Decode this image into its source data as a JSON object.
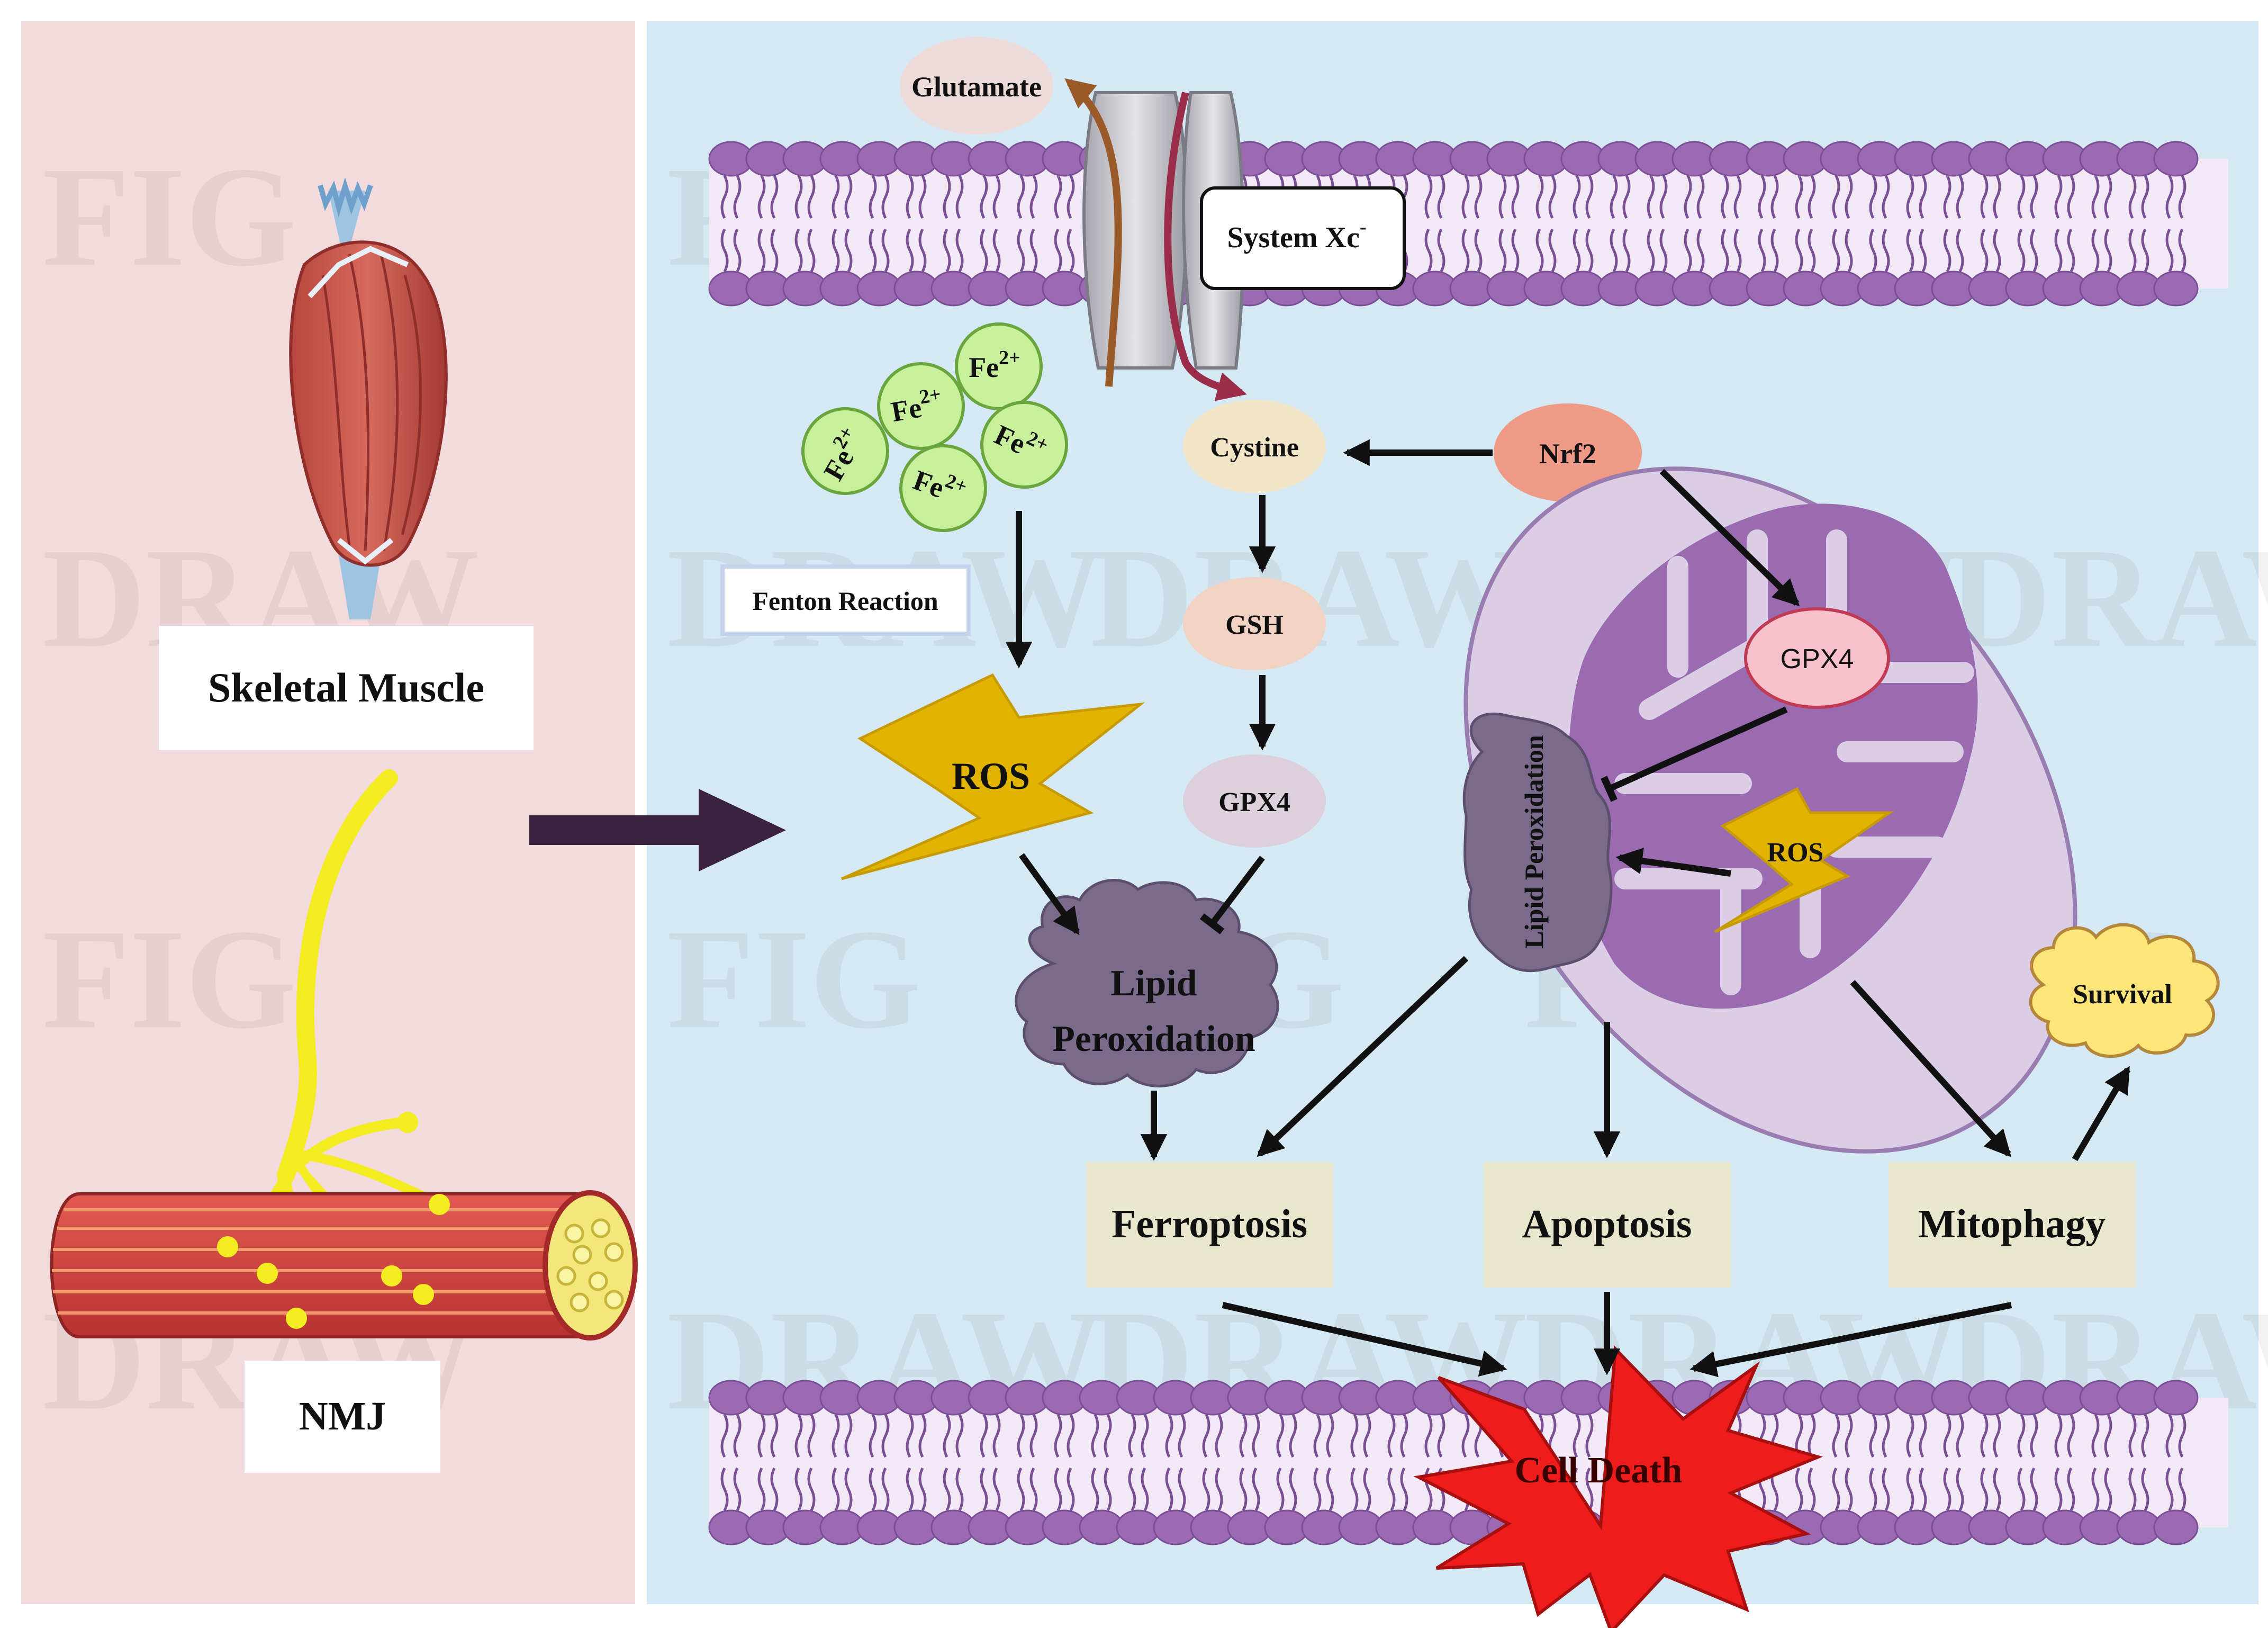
{
  "labels": {
    "skeletal_muscle": "Skeletal Muscle",
    "nmj": "NMJ",
    "glutamate": "Glutamate",
    "system_xc": "System Xc",
    "system_xc_sup": "-",
    "fe2": "Fe",
    "fe2_sup": "2+",
    "fenton_reaction": "Fenton Reaction",
    "cystine": "Cystine",
    "gsh": "GSH",
    "gpx4": "GPX4",
    "nrf2": "Nrf2",
    "ros": "ROS",
    "lipid": "Lipid",
    "peroxidation": "Peroxidation",
    "mito_lipid_peroxidation": "Lipid Peroxidation",
    "ferroptosis": "Ferroptosis",
    "apoptosis": "Apoptosis",
    "mitophagy": "Mitophagy",
    "survival": "Survival",
    "cell_death": "Cell Death"
  },
  "watermark": [
    "FIG",
    "DRAW"
  ],
  "colors": {
    "left_panel": "#f2dadd",
    "right_panel": "#d5e9f4",
    "membrane_head": "#9b6ab3",
    "ros": "#e0b400",
    "fe_circle": "#c8ef9c",
    "lipid_blob": "#7a6a8c",
    "mitochondrion_outer": "#dccde6",
    "mitochondrion_inner": "#9a6bb0",
    "nrf2": "#ef9a86",
    "gpx4_mito": "#f7c0cb",
    "outcome_box": "#e8e6cc",
    "survival": "#fce67a",
    "cell_death": "#ee1c1c",
    "arrow": "#111111",
    "main_arrow": "#3b2240"
  }
}
